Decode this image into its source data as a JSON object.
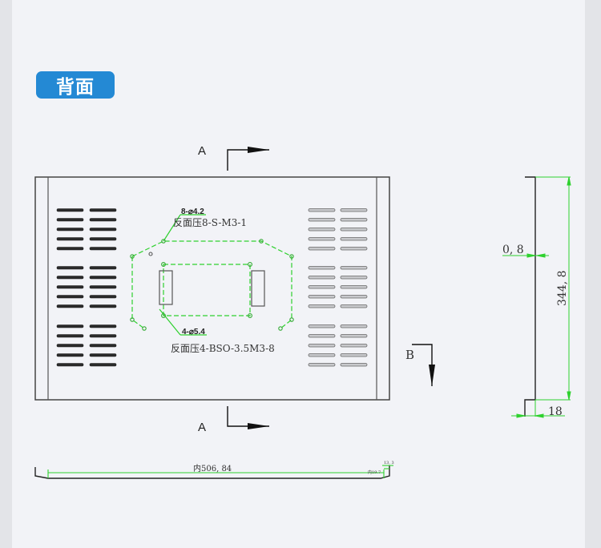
{
  "header": {
    "badge_label": "背面"
  },
  "drawing": {
    "section_marker_top": "A",
    "section_marker_bottom": "A",
    "section_marker_side": "B",
    "hole_callout_1": "8-⌀4.2",
    "hole_note_1": "反面压8-S-M3-1",
    "hole_callout_2": "4-⌀5.4",
    "hole_note_2": "反面压4-BSO-3.5M3-8",
    "side_view": {
      "thickness": "0, 8",
      "height": "344, 8",
      "flange": "18"
    },
    "bottom_view": {
      "inner_length": "内506, 84",
      "inner_small": "内19.7",
      "lip": "13, 3"
    },
    "colors": {
      "badge": "#2489d4",
      "dimension": "#2fd12f",
      "outline": "#333333"
    }
  }
}
